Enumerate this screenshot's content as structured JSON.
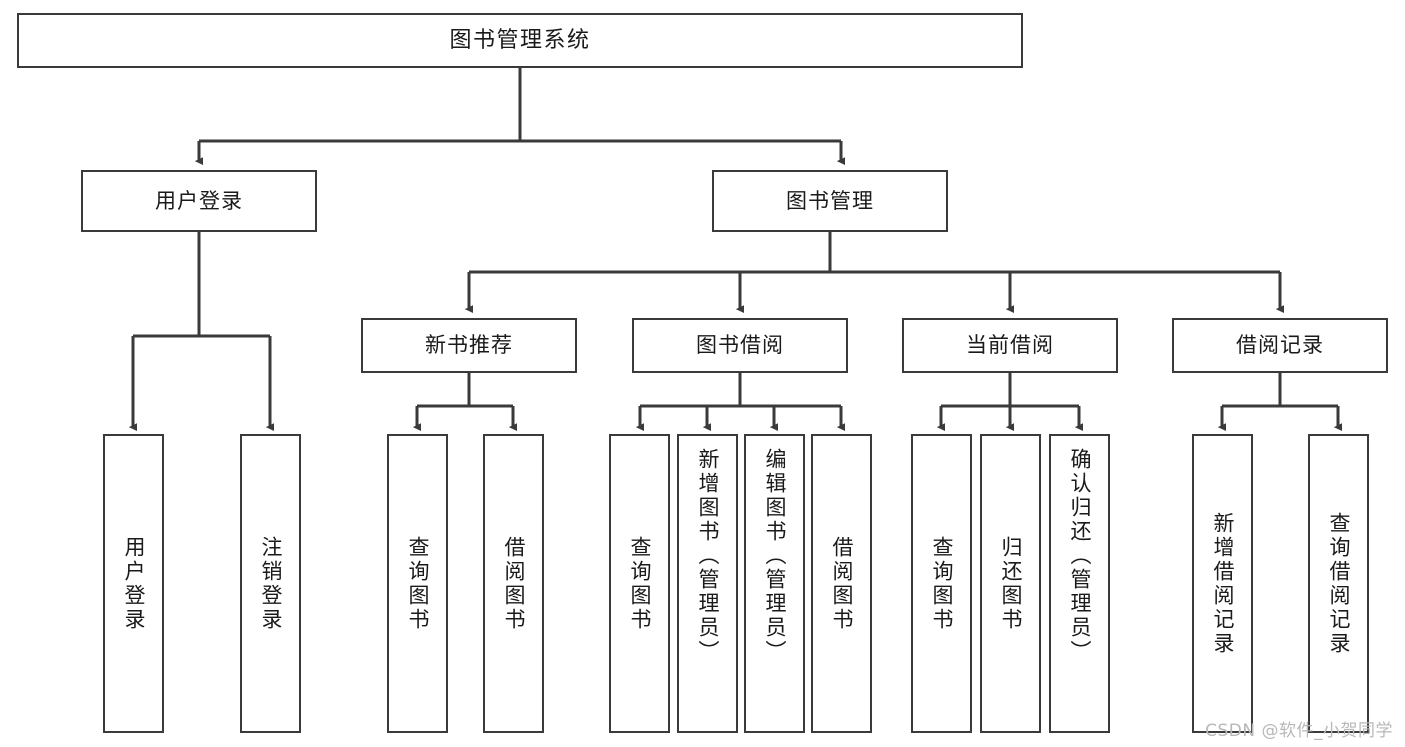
{
  "diagram": {
    "title": "图书管理系统",
    "type": "tree-hierarchy-chart",
    "root": {
      "label": "图书管理系统"
    },
    "level2": [
      {
        "label": "用户登录"
      },
      {
        "label": "图书管理"
      }
    ],
    "level3": [
      {
        "label": "新书推荐"
      },
      {
        "label": "图书借阅"
      },
      {
        "label": "当前借阅"
      },
      {
        "label": "借阅记录"
      }
    ],
    "leaves": {
      "user_login": [
        {
          "label": "用户登录"
        },
        {
          "label": "注销登录"
        }
      ],
      "new_book_recommend": [
        {
          "label": "查询图书"
        },
        {
          "label": "借阅图书"
        }
      ],
      "book_borrow": [
        {
          "label": "查询图书"
        },
        {
          "label": "新增图书（管理员）"
        },
        {
          "label": "编辑图书（管理员）"
        },
        {
          "label": "借阅图书"
        }
      ],
      "current_borrow": [
        {
          "label": "查询图书"
        },
        {
          "label": "归还图书"
        },
        {
          "label": "确认归还（管理员）"
        }
      ],
      "borrow_record": [
        {
          "label": "新增借阅记录"
        },
        {
          "label": "查询借阅记录"
        }
      ]
    }
  },
  "watermark": {
    "text": "CSDN @软件_小贺同学"
  },
  "colors": {
    "stroke": "#3a3a3a",
    "text": "#1a1a1a",
    "background": "#ffffff",
    "watermark": "#b8b8b8"
  }
}
